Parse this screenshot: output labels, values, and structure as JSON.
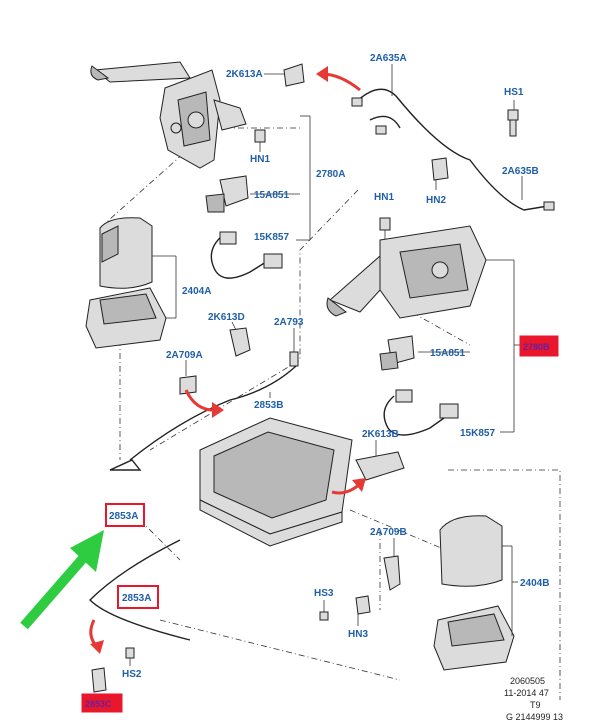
{
  "labels": {
    "2K613A": "2K613A",
    "2A635A": "2A635A",
    "HS1": "HS1",
    "HN1_top": "HN1",
    "2780A": "2780A",
    "15A851_top": "15A851",
    "15K857_top": "15K857",
    "HN1_mid": "HN1",
    "HN2": "HN2",
    "2A635B": "2A635B",
    "2404A": "2404A",
    "2K613D": "2K613D",
    "2A793": "2A793",
    "2A709A": "2A709A",
    "2853B": "2853B",
    "15A851_right": "15A851",
    "15K857_right": "15K857",
    "2K613B": "2K613B",
    "2853A_upper": "2853A",
    "2853A_lower": "2853A",
    "2A709B": "2A709B",
    "2404B": "2404B",
    "HS3": "HS3",
    "HN3": "HN3",
    "HS2": "HS2",
    "red_tag_right": "2780B",
    "red_tag_bottom": "2853C"
  },
  "footer": {
    "line1": "2060505",
    "line2": "11-2014 47",
    "line3": "T9",
    "line4": "G 2144999 13"
  },
  "colors": {
    "label_blue": "#1f5fa8",
    "highlight_red_box": "#e8172b",
    "highlight_red_fill": "#e8172b",
    "arrow_red": "#e53935",
    "arrow_green": "#2ecc40"
  }
}
